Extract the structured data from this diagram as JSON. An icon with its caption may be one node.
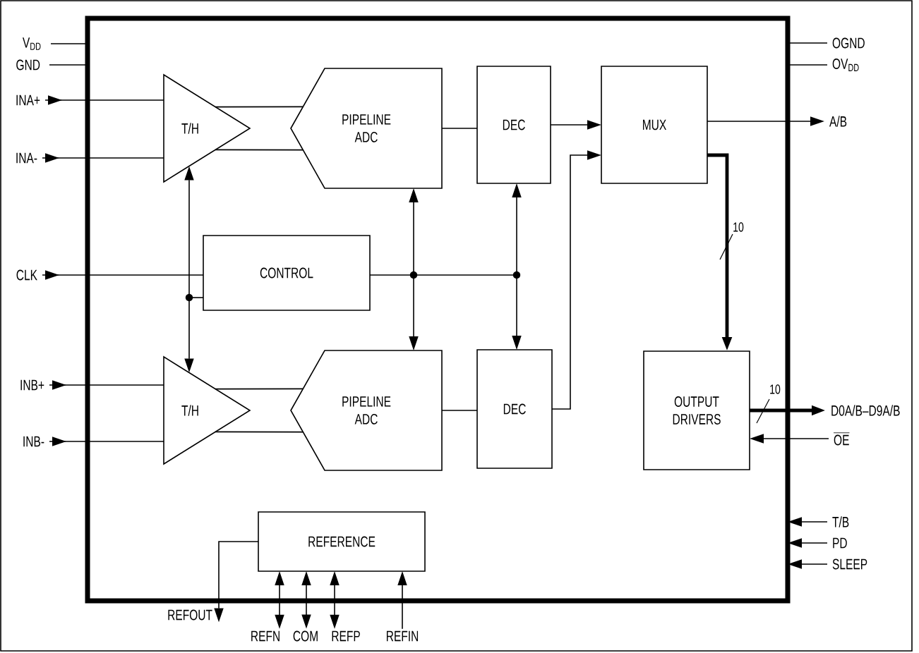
{
  "diagram": {
    "nodes": [
      {
        "text": [],
        "shape": "box"
      },
      {
        "text": [
          "T/H"
        ],
        "in": 0
      },
      {
        "text": [
          "PIPELINE ADC"
        ],
        "in": 0
      },
      {
        "text": [
          "DEC"
        ],
        "in": 0
      },
      {
        "text": [
          "MUX"
        ],
        "in": 0
      },
      {
        "text": [
          "CONTROL"
        ],
        "in": 0
      },
      {
        "text": [
          "T/H"
        ],
        "in": 0
      },
      {
        "text": [
          "PIPELINE ADC"
        ],
        "in": 0
      },
      {
        "text": [
          "DEC"
        ],
        "in": 0
      },
      {
        "text": [
          "OUTPUT DRIVERS"
        ],
        "in": 0
      },
      {
        "text": [
          "REFERENCE"
        ],
        "in": 0
      },
      {
        "text": [
          "V$_{DD}$"
        ]
      },
      {
        "text": [
          "GND"
        ]
      },
      {
        "text": [
          "INA+"
        ]
      },
      {
        "text": [
          "INA-"
        ]
      },
      {
        "text": [
          "CLK"
        ]
      },
      {
        "text": [
          "INB+"
        ]
      },
      {
        "text": [
          "INB-"
        ]
      },
      {
        "text": [
          "OGND"
        ]
      },
      {
        "text": [
          "OV$_{DD}$"
        ]
      },
      {
        "text": [
          "A/B"
        ]
      },
      {
        "text": [
          "D0A/B–D9A/B"
        ]
      },
      {
        "text": [
          "OE"
        ]
      },
      {
        "text": [
          "T/B"
        ]
      },
      {
        "text": [
          "PD"
        ]
      },
      {
        "text": [
          "SLEEP"
        ]
      },
      {
        "text": [
          "REFOUT"
        ]
      },
      {
        "text": [
          "REFN"
        ]
      },
      {
        "text": [
          "COM"
        ]
      },
      {
        "text": [
          "REFP"
        ]
      },
      {
        "text": [
          "REFIN"
        ]
      }
    ],
    "edges": [
      {
        "from": 11,
        "to": 0,
        "arrow": "none"
      },
      {
        "from": 12,
        "to": 0,
        "arrow": "none"
      },
      {
        "from": 13,
        "to": 1,
        "arrow": "to"
      },
      {
        "from": 14,
        "to": 1,
        "arrow": "to"
      },
      {
        "from": 1,
        "to": 2,
        "arrow": "none"
      },
      {
        "from": 1,
        "to": 2,
        "arrow": "none"
      },
      {
        "from": 2,
        "to": 3,
        "arrow": "none"
      },
      {
        "from": 3,
        "to": 4,
        "arrow": "to"
      },
      {
        "from": 4,
        "to": 20,
        "arrow": "to"
      },
      {
        "from": 18,
        "to": 0,
        "arrow": "none"
      },
      {
        "from": 19,
        "to": 0,
        "arrow": "none"
      },
      {
        "from": 15,
        "to": 5,
        "arrow": "to"
      },
      {
        "from": 5,
        "to": 1,
        "arrow": "to"
      },
      {
        "from": 5,
        "to": 6,
        "arrow": "to"
      },
      {
        "from": 5,
        "to": 2,
        "arrow": "to"
      },
      {
        "from": 5,
        "to": 7,
        "arrow": "to"
      },
      {
        "from": 5,
        "to": 3,
        "arrow": "to"
      },
      {
        "from": 5,
        "to": 8,
        "arrow": "to"
      },
      {
        "from": 4,
        "to": 9,
        "arrow": "to",
        "label": "10",
        "style": "thick"
      },
      {
        "from": 16,
        "to": 6,
        "arrow": "to"
      },
      {
        "from": 17,
        "to": 6,
        "arrow": "to"
      },
      {
        "from": 6,
        "to": 7,
        "arrow": "none"
      },
      {
        "from": 6,
        "to": 7,
        "arrow": "none"
      },
      {
        "from": 7,
        "to": 8,
        "arrow": "none"
      },
      {
        "from": 8,
        "to": 4,
        "arrow": "to"
      },
      {
        "from": 9,
        "to": 21,
        "arrow": "to",
        "label": "10",
        "style": "thick"
      },
      {
        "from": 22,
        "to": 9,
        "arrow": "to"
      },
      {
        "from": 23,
        "to": 0,
        "arrow": "to"
      },
      {
        "from": 24,
        "to": 0,
        "arrow": "to"
      },
      {
        "from": 25,
        "to": 0,
        "arrow": "to"
      },
      {
        "from": 10,
        "to": 26,
        "arrow": "to"
      },
      {
        "from": 10,
        "to": 27,
        "arrow": "both"
      },
      {
        "from": 10,
        "to": 28,
        "arrow": "both"
      },
      {
        "from": 10,
        "to": 29,
        "arrow": "both"
      },
      {
        "from": 30,
        "to": 10,
        "arrow": "to"
      }
    ]
  }
}
